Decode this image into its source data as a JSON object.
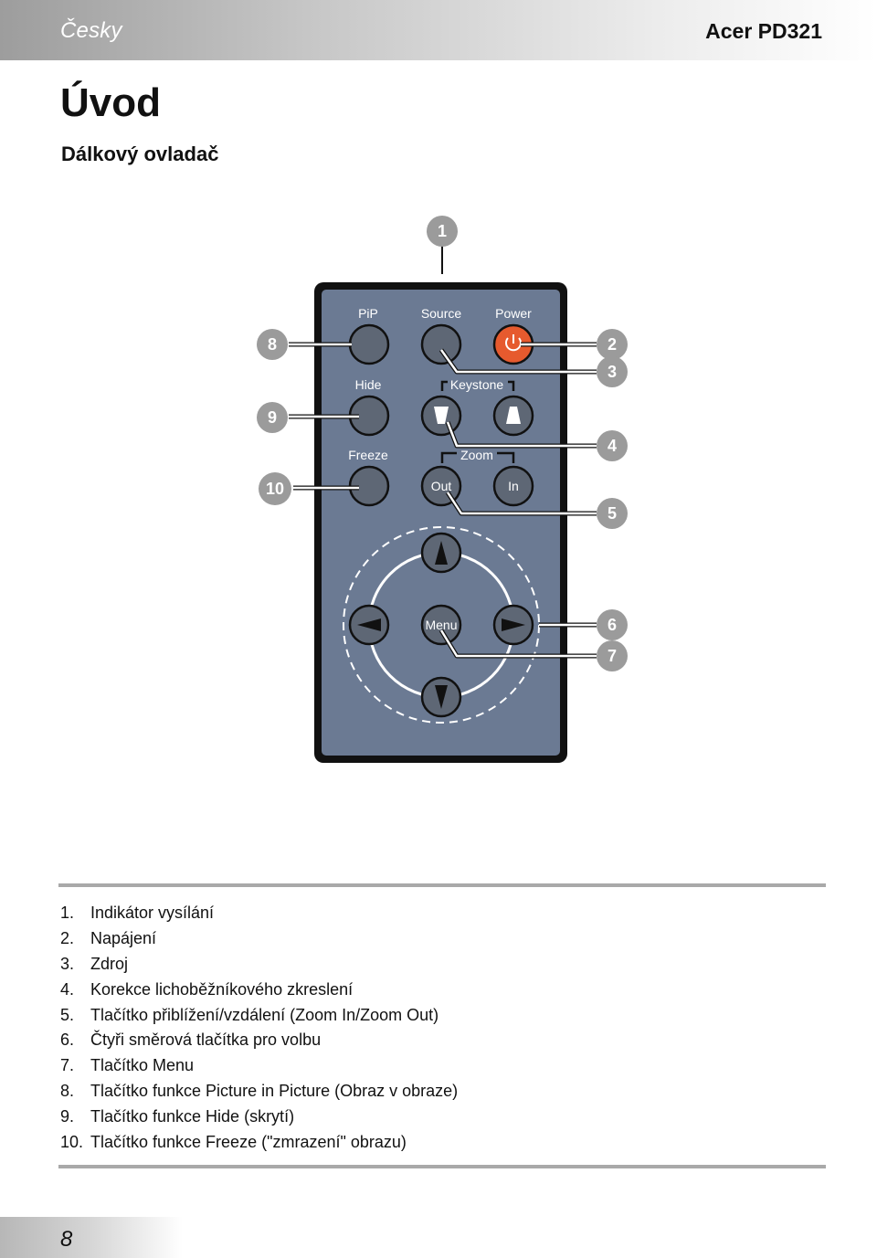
{
  "header": {
    "language": "Česky",
    "model": "Acer PD321"
  },
  "title": "Úvod",
  "subtitle": "Dálkový ovladač",
  "remote": {
    "labels": {
      "pip": "PiP",
      "source": "Source",
      "power": "Power",
      "hide": "Hide",
      "keystone": "Keystone",
      "freeze": "Freeze",
      "zoom": "Zoom",
      "zoom_out": "Out",
      "zoom_in": "In",
      "menu": "Menu"
    },
    "callouts": [
      "1",
      "2",
      "3",
      "4",
      "5",
      "6",
      "7",
      "8",
      "9",
      "10"
    ],
    "colors": {
      "body": "#6b7a93",
      "frame": "#111111",
      "power": "#e65a2e",
      "button": "#5e6775",
      "callout": "#9b9b9b"
    }
  },
  "legend": [
    {
      "num": "1.",
      "text": "Indikátor vysílání"
    },
    {
      "num": "2.",
      "text": "Napájení"
    },
    {
      "num": "3.",
      "text": "Zdroj"
    },
    {
      "num": "4.",
      "text": "Korekce lichoběžníkového zkreslení"
    },
    {
      "num": "5.",
      "text": "Tlačítko přiblížení/vzdálení (Zoom In/Zoom Out)"
    },
    {
      "num": "6.",
      "text": "Čtyři směrová tlačítka pro volbu"
    },
    {
      "num": "7.",
      "text": "Tlačítko Menu"
    },
    {
      "num": "8.",
      "text": "Tlačítko funkce Picture in Picture (Obraz v obraze)"
    },
    {
      "num": "9.",
      "text": "Tlačítko funkce Hide (skrytí)"
    },
    {
      "num": "10.",
      "text": "Tlačítko funkce Freeze (\"zmrazení\" obrazu)"
    }
  ],
  "footer": {
    "page": "8"
  }
}
